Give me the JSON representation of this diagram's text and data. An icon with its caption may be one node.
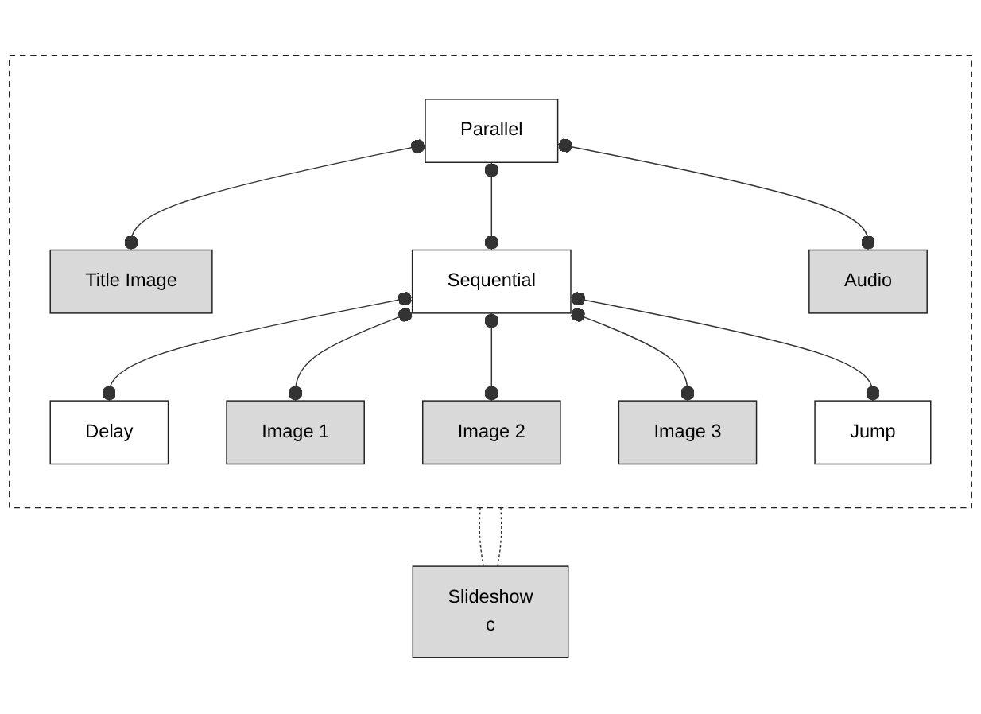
{
  "diagram": {
    "nodes": [
      {
        "text": [],
        "shape": "box"
      },
      {
        "text": [
          "Parallel"
        ],
        "in": 0
      },
      {
        "text": [
          "Title Image"
        ],
        "in": 0
      },
      {
        "text": [
          "Sequential"
        ],
        "in": 0
      },
      {
        "text": [
          "Audio"
        ],
        "in": 0
      },
      {
        "text": [
          "Delay"
        ],
        "in": 0
      },
      {
        "text": [
          "Jump"
        ],
        "in": 0
      },
      {
        "text": [
          "Image 1"
        ],
        "in": 0
      },
      {
        "text": [
          "Image 2"
        ],
        "in": 0
      },
      {
        "text": [
          "Image 3"
        ],
        "in": 0
      },
      {
        "text": [
          "Slideshow",
          "c"
        ]
      }
    ],
    "edges": [
      {
        "from": 1,
        "to": 2,
        "arrow": "other"
      },
      {
        "from": 1,
        "to": 3,
        "arrow": "other"
      },
      {
        "from": 1,
        "to": 4,
        "arrow": "other"
      },
      {
        "from": 3,
        "to": 5,
        "arrow": "other"
      },
      {
        "from": 3,
        "to": 7,
        "arrow": "other"
      },
      {
        "from": 3,
        "to": 8,
        "arrow": "other"
      },
      {
        "from": 3,
        "to": 9,
        "arrow": "other"
      },
      {
        "from": 3,
        "to": 6,
        "arrow": "other"
      },
      {
        "from": 0,
        "to": 10,
        "arrow": "none",
        "style": "dashed"
      },
      {
        "from": 0,
        "to": 10,
        "arrow": "none",
        "style": "dashed"
      }
    ]
  }
}
